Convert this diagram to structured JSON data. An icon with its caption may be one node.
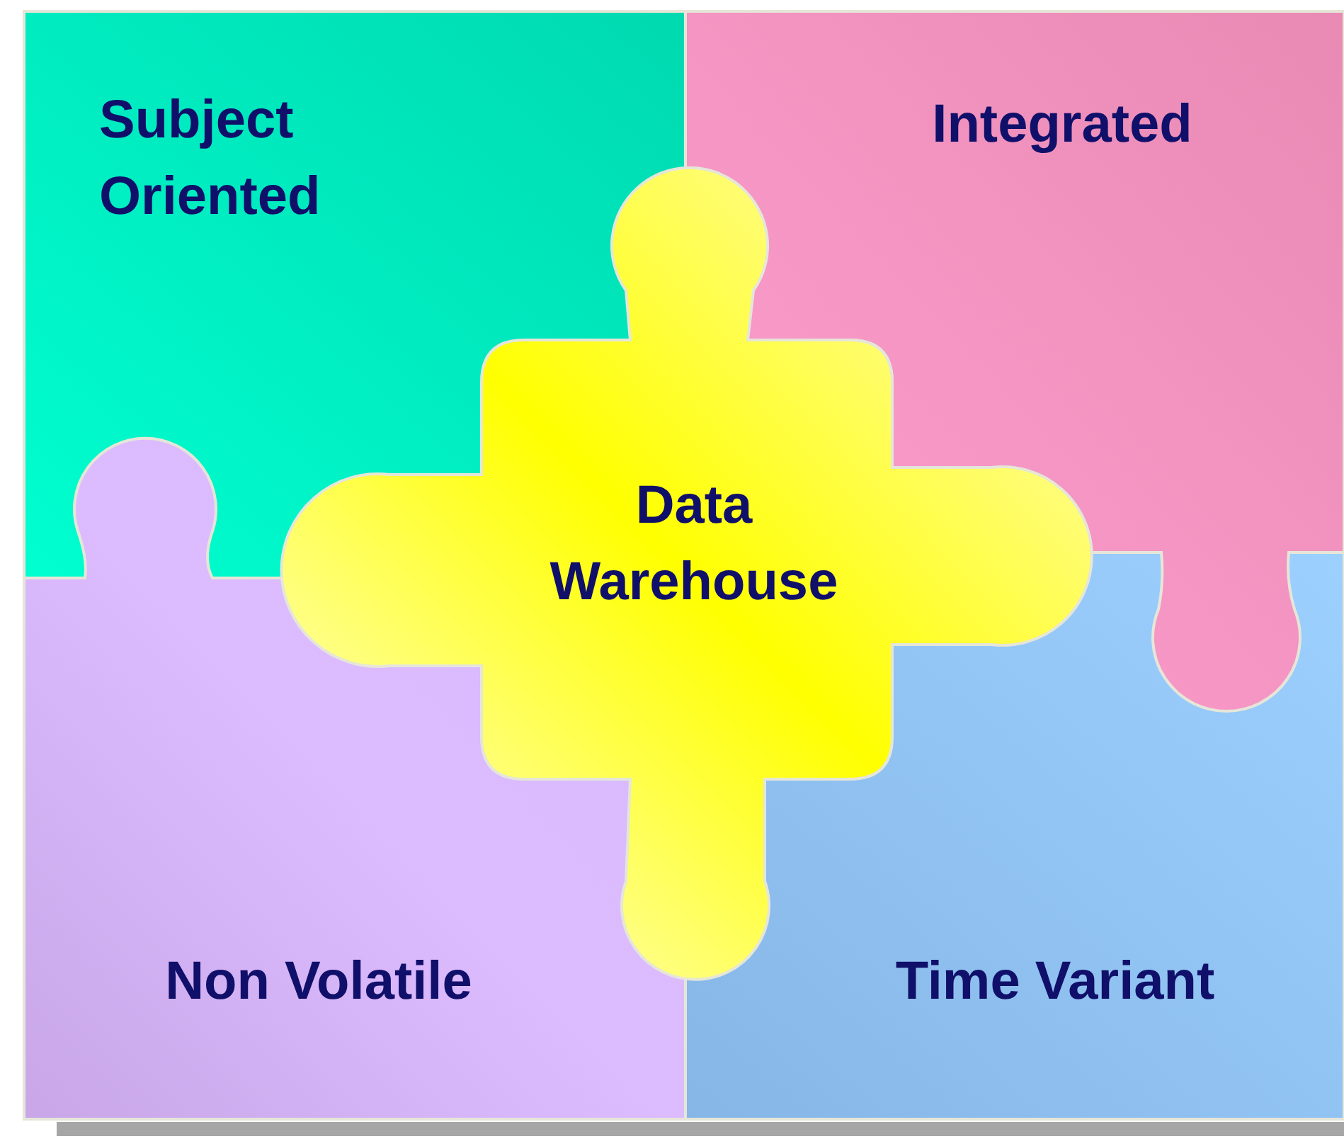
{
  "diagram": {
    "nodes": [
      {
        "text": [
          "Subject Oriented"
        ]
      },
      {
        "text": [
          "Integrated"
        ]
      },
      {
        "text": [
          "Data Warehouse"
        ]
      },
      {
        "text": [
          "Non Volatile"
        ]
      },
      {
        "text": [
          "Time Variant"
        ]
      }
    ]
  }
}
